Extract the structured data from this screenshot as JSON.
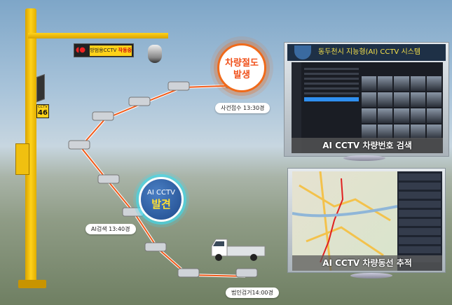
{
  "pole": {
    "sign_prefix": "방범용CCTV",
    "sign_status": "작동중",
    "plate_label": "CCTV",
    "plate_number": "46"
  },
  "events": {
    "theft": {
      "line1": "차량절도",
      "line2": "발생",
      "time_label": "사건접수 13:30경"
    },
    "ai": {
      "line1": "AI CCTV",
      "line2": "발견",
      "time_label": "AI검색 13:40경"
    },
    "arrest": {
      "time_label": "범인검거14:00경"
    }
  },
  "system": {
    "title": "동두천시 지능형(AI) CCTV 시스템",
    "screen1_caption": "AI CCTV 차량번호 검색",
    "screen2_caption": "AI CCTV 차량동선 추적"
  },
  "colors": {
    "accent": "#f06a1a",
    "pole": "#ffd21a",
    "header": "#1e3046"
  }
}
